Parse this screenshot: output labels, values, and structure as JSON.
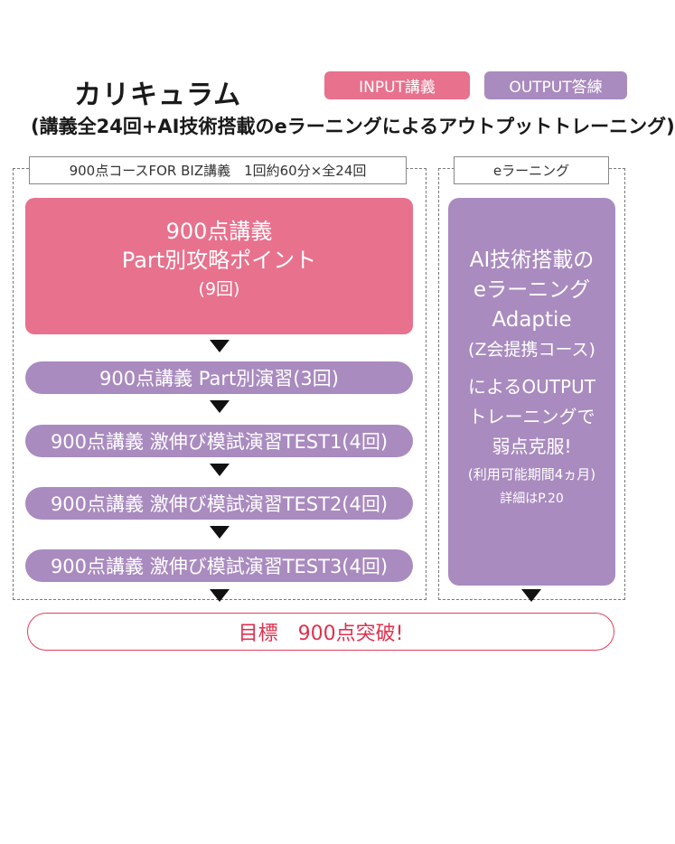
{
  "header": {
    "title": "カリキュラム",
    "subtitle": "(講義全24回+AI技術搭載のeラーニングによるアウトプットトレーニング)"
  },
  "legend": {
    "input_label": "INPUT講義",
    "output_label": "OUTPUT答練",
    "input_color": "#e8718d",
    "output_color": "#a98bbf"
  },
  "left_section": {
    "header": "900点コースFOR BIZ講義　1回約60分×全24回",
    "main_block": {
      "line1": "900点講義",
      "line2": "Part別攻略ポイント",
      "line3": "(9回)"
    },
    "steps": [
      "900点講義 Part別演習(3回)",
      "900点講義 激伸び模試演習TEST1(4回)",
      "900点講義 激伸び模試演習TEST2(4回)",
      "900点講義 激伸び模試演習TEST3(4回)"
    ]
  },
  "right_section": {
    "header": "eラーニング",
    "lines": [
      "AI技術搭載の",
      "eラーニング",
      "Adaptie",
      "(Z会提携コース)",
      "によるOUTPUT",
      "トレーニングで",
      "弱点克服!",
      "(利用可能期間4ヵ月)",
      "詳細はP.20"
    ]
  },
  "goal": {
    "label": "目標　900点突破!"
  }
}
